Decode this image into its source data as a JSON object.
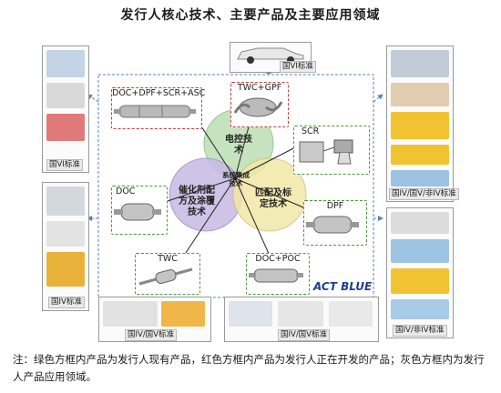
{
  "title": "发行人核心技术、主要产品及主要应用领域",
  "circles": {
    "top": "电控技术",
    "left": "催化剂配方及涂覆技术",
    "right": "匹配及标定技术",
    "center": "系统集成技术"
  },
  "products": {
    "doc_dpf_scr_asc": "DOC+DPF+SCR+ASC",
    "twc_gpf": "TWC+GPF",
    "scr": "SCR",
    "doc": "DOC",
    "dpf": "DPF",
    "twc": "TWC",
    "doc_poc": "DOC+POC"
  },
  "standards": {
    "top_center": "国VI标准",
    "left_top": "国VI标准",
    "left_bottom": "国IV标准",
    "right_top": "国IV/国V/非IV标准",
    "right_bottom": "国IV/非IV标准",
    "bottom_left": "国IV/国V标准",
    "bottom_right": "国IV/国V标准"
  },
  "logo": "ACT BLUE",
  "note": "注：绿色方框内产品为发行人现有产品，红色方框内产品为发行人正在开发的产品；灰色方框内为发行人产品应用领域。",
  "colors": {
    "green_border": "#4a9a3a",
    "red_border": "#d23a3a",
    "blue_dashed": "#5a7fc8",
    "circle_green": "#bfe0b8",
    "circle_purple": "#c7b9e3",
    "circle_yellow": "#f3e7a6"
  }
}
